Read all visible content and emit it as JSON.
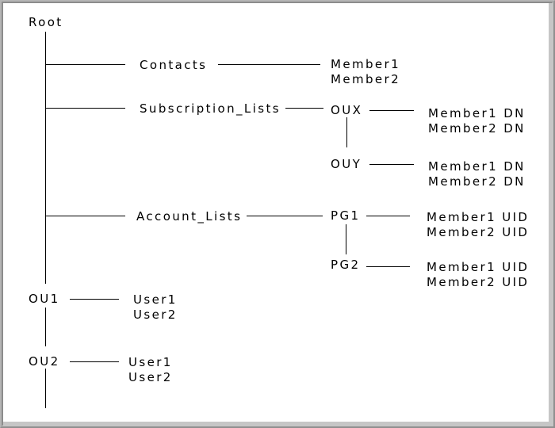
{
  "diagram_type": "directory-tree",
  "colors": {
    "background": "#ffffff",
    "line": "#000000",
    "text": "#000000",
    "frame_light": "#c6c6c6",
    "frame_dark": "#8c8c8c"
  },
  "nodes": {
    "root": "Root",
    "contacts": "Contacts",
    "contacts_member1": "Member1",
    "contacts_member2": "Member2",
    "subscription_lists": "Subscription_Lists",
    "oux": "OUX",
    "oux_member1": "Member1 DN",
    "oux_member2": "Member2 DN",
    "ouy": "OUY",
    "ouy_member1": "Member1 DN",
    "ouy_member2": "Member2 DN",
    "account_lists": "Account_Lists",
    "pg1": "PG1",
    "pg1_member1": "Member1 UID",
    "pg1_member2": "Member2 UID",
    "pg2": "PG2",
    "pg2_member1": "Member1 UID",
    "pg2_member2": "Member2 UID",
    "ou1": "OU1",
    "ou1_user1": "User1",
    "ou1_user2": "User2",
    "ou2": "OU2",
    "ou2_user1": "User1",
    "ou2_user2": "User2"
  },
  "hierarchy": {
    "Root": {
      "Contacts": [
        "Member1",
        "Member2"
      ],
      "Subscription_Lists": {
        "OUX": [
          "Member1 DN",
          "Member2 DN"
        ],
        "OUY": [
          "Member1 DN",
          "Member2 DN"
        ]
      },
      "Account_Lists": {
        "PG1": [
          "Member1 UID",
          "Member2 UID"
        ],
        "PG2": [
          "Member1 UID",
          "Member2 UID"
        ]
      },
      "OU1": [
        "User1",
        "User2"
      ],
      "OU2": [
        "User1",
        "User2"
      ]
    }
  }
}
